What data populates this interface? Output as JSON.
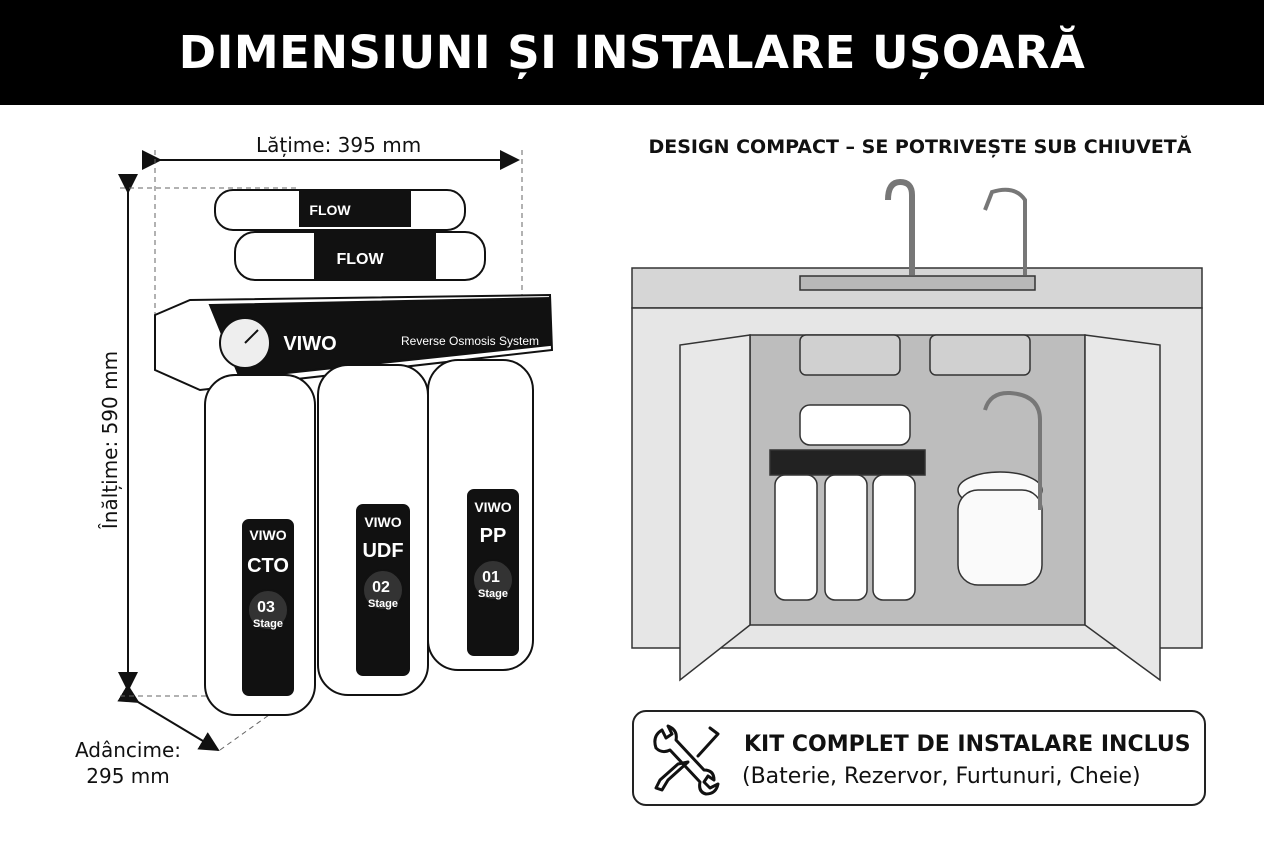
{
  "header": {
    "title": "DIMENSIUNI ȘI INSTALARE UȘOARĂ"
  },
  "dimensions": {
    "width_label": "Lățime: 395 mm",
    "height_label": "Înălțime: 590 mm",
    "depth_label_line1": "Adâncime:",
    "depth_label_line2": "295 mm"
  },
  "product": {
    "brand": "VIWO",
    "bracket_text": "Reverse Osmosis System",
    "inline_filter_text": "FLOW",
    "filters": [
      {
        "name": "CTO",
        "stage": "03",
        "stage_word": "Stage"
      },
      {
        "name": "UDF",
        "stage": "02",
        "stage_word": "Stage"
      },
      {
        "name": "PP",
        "stage": "01",
        "stage_word": "Stage"
      }
    ]
  },
  "install": {
    "subtitle": "DESIGN COMPACT – SE POTRIVEȘTE SUB CHIUVETĂ"
  },
  "kit": {
    "icon": "wrench-screwdriver-icon",
    "title": "KIT COMPLET DE INSTALARE INCLUS",
    "subtitle": "(Baterie, Rezervor, Furtunuri, Cheie)"
  },
  "colors": {
    "header_bg": "#000000",
    "header_text": "#ffffff",
    "cabinet": "#e4e4e4",
    "cabinet_inside": "#bdbdbd"
  }
}
